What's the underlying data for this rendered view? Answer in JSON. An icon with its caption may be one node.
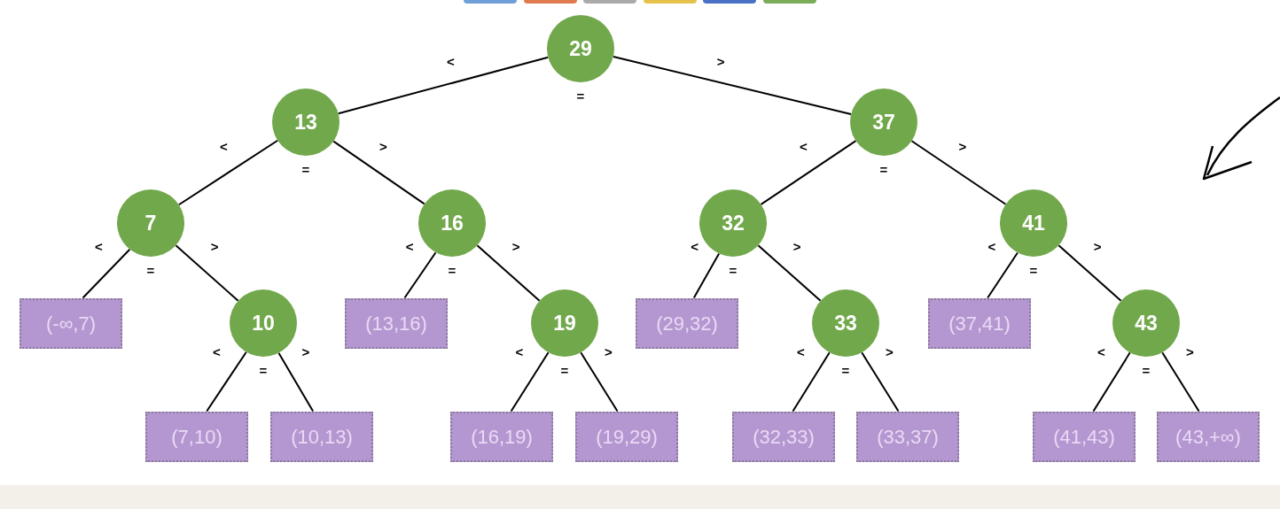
{
  "diagram": {
    "nodes": [
      {
        "text": [
          "29"
        ],
        "beside": [
          "="
        ]
      },
      {
        "text": [
          "13"
        ],
        "beside": [
          "="
        ]
      },
      {
        "text": [
          "37"
        ],
        "beside": [
          "="
        ]
      },
      {
        "text": [
          "7"
        ],
        "beside": [
          "="
        ]
      },
      {
        "text": [
          "16"
        ],
        "beside": [
          "="
        ]
      },
      {
        "text": [
          "32"
        ],
        "beside": [
          "="
        ]
      },
      {
        "text": [
          "41"
        ],
        "beside": [
          "="
        ]
      },
      {
        "text": [
          "(-∞,7)"
        ]
      },
      {
        "text": [
          "10"
        ],
        "beside": [
          "="
        ]
      },
      {
        "text": [
          "(13,16)"
        ]
      },
      {
        "text": [
          "19"
        ],
        "beside": [
          "="
        ]
      },
      {
        "text": [
          "(29,32)"
        ]
      },
      {
        "text": [
          "33"
        ],
        "beside": [
          "="
        ]
      },
      {
        "text": [
          "(37,41)"
        ]
      },
      {
        "text": [
          "43"
        ],
        "beside": [
          "="
        ]
      },
      {
        "text": [
          "(7,10)"
        ]
      },
      {
        "text": [
          "(10,13)"
        ]
      },
      {
        "text": [
          "(16,19)"
        ]
      },
      {
        "text": [
          "(19,29)"
        ]
      },
      {
        "text": [
          "(32,33)"
        ]
      },
      {
        "text": [
          "(33,37)"
        ]
      },
      {
        "text": [
          "(41,43)"
        ]
      },
      {
        "text": [
          "(43,+∞)"
        ]
      }
    ],
    "edges": [
      {
        "from": 0,
        "to": 1,
        "arrow": "none",
        "label": "<"
      },
      {
        "from": 0,
        "to": 2,
        "arrow": "none",
        "label": ">"
      },
      {
        "from": 1,
        "to": 3,
        "arrow": "none",
        "label": "<"
      },
      {
        "from": 1,
        "to": 4,
        "arrow": "none",
        "label": ">"
      },
      {
        "from": 2,
        "to": 5,
        "arrow": "none",
        "label": "<"
      },
      {
        "from": 2,
        "to": 6,
        "arrow": "none",
        "label": ">"
      },
      {
        "from": 3,
        "to": 7,
        "arrow": "none",
        "label": "<"
      },
      {
        "from": 3,
        "to": 8,
        "arrow": "none",
        "label": ">"
      },
      {
        "from": 4,
        "to": 9,
        "arrow": "none",
        "label": "<"
      },
      {
        "from": 4,
        "to": 10,
        "arrow": "none",
        "label": ">"
      },
      {
        "from": 5,
        "to": 11,
        "arrow": "none",
        "label": "<"
      },
      {
        "from": 5,
        "to": 12,
        "arrow": "none",
        "label": ">"
      },
      {
        "from": 6,
        "to": 13,
        "arrow": "none",
        "label": "<"
      },
      {
        "from": 6,
        "to": 14,
        "arrow": "none",
        "label": ">"
      },
      {
        "from": 8,
        "to": 15,
        "arrow": "none",
        "label": "<"
      },
      {
        "from": 8,
        "to": 16,
        "arrow": "none",
        "label": ">"
      },
      {
        "from": 10,
        "to": 17,
        "arrow": "none",
        "label": "<"
      },
      {
        "from": 10,
        "to": 18,
        "arrow": "none",
        "label": ">"
      },
      {
        "from": 12,
        "to": 19,
        "arrow": "none",
        "label": "<"
      },
      {
        "from": 12,
        "to": 20,
        "arrow": "none",
        "label": ">"
      },
      {
        "from": 14,
        "to": 21,
        "arrow": "none",
        "label": "<"
      },
      {
        "from": 14,
        "to": 22,
        "arrow": "none",
        "label": ">"
      }
    ]
  }
}
